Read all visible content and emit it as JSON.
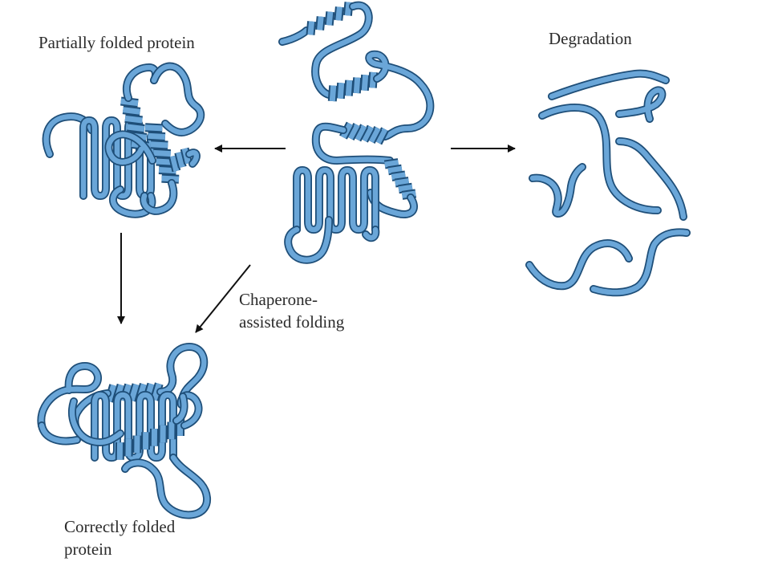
{
  "labels": {
    "partially_folded": "Partially folded protein",
    "degradation": "Degradation",
    "chaperone_line1": "Chaperone-",
    "chaperone_line2": "assisted folding",
    "correct_line1": "Correctly folded",
    "correct_line2": "protein"
  },
  "colors": {
    "tube_fill": "#6aa6d8",
    "tube_outline": "#1e4e78",
    "arrow": "#111111",
    "text": "#2b2b2b",
    "background": "#ffffff"
  }
}
